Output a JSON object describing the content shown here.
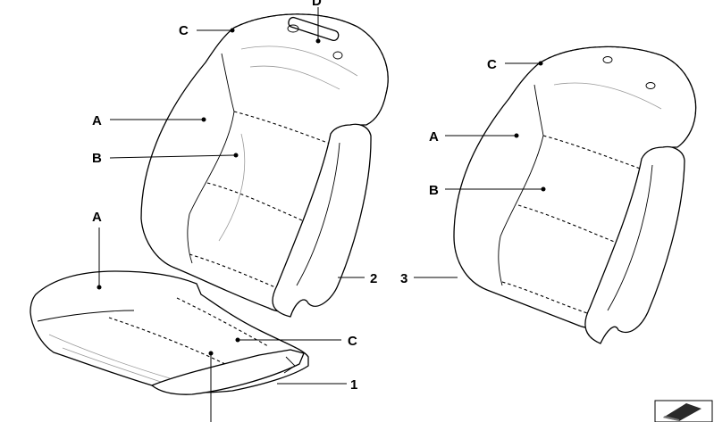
{
  "diagram": {
    "callouts": [
      {
        "id": "c-top",
        "text": "C"
      },
      {
        "id": "d-top",
        "text": "D"
      },
      {
        "id": "a-left-back",
        "text": "A"
      },
      {
        "id": "b-left-back",
        "text": "B"
      },
      {
        "id": "a-cushion",
        "text": "A"
      },
      {
        "id": "c-cushion",
        "text": "C"
      },
      {
        "id": "part-1",
        "text": "1"
      },
      {
        "id": "part-2",
        "text": "2"
      },
      {
        "id": "part-3",
        "text": "3"
      },
      {
        "id": "c-right",
        "text": "C"
      },
      {
        "id": "a-right",
        "text": "A"
      },
      {
        "id": "b-right",
        "text": "B"
      }
    ],
    "icons": [
      "bmw-parts-catalog-corner-icon"
    ],
    "colors": {
      "line": "#000000",
      "background": "#ffffff",
      "icon_fill": "#2a2a2a"
    }
  }
}
